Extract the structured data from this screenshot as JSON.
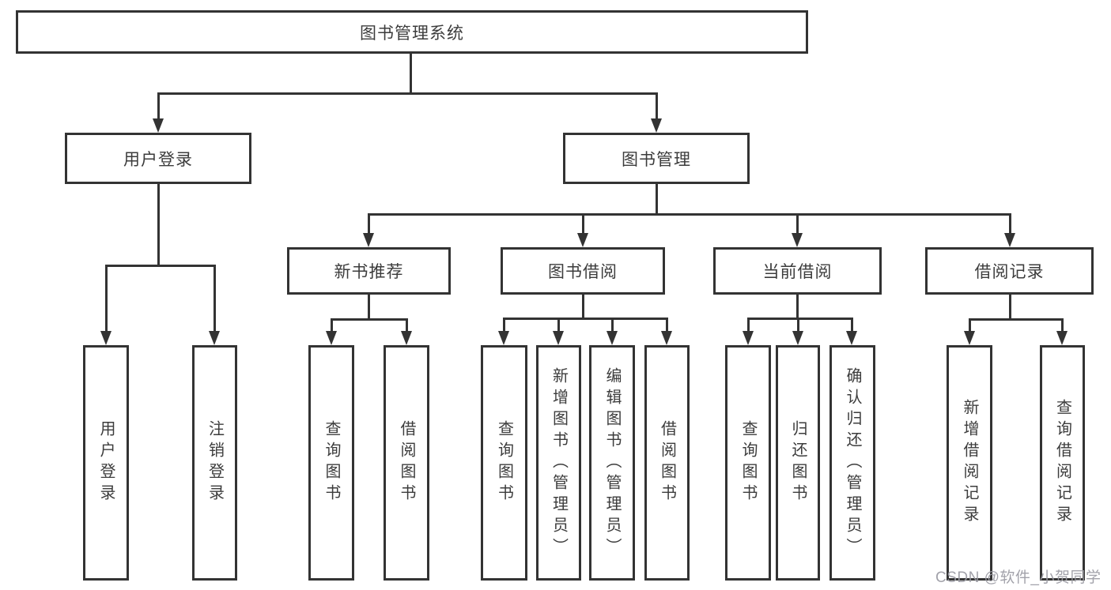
{
  "diagram": {
    "title": "图书管理系统",
    "root": {
      "label": "图书管理系统"
    },
    "level2": [
      {
        "label": "用户登录"
      },
      {
        "label": "图书管理"
      }
    ],
    "level3": [
      {
        "label": "新书推荐"
      },
      {
        "label": "图书借阅"
      },
      {
        "label": "当前借阅"
      },
      {
        "label": "借阅记录"
      }
    ],
    "leaves": {
      "user_login": [
        "用户登录",
        "注销登录"
      ],
      "new_books": [
        "查询图书",
        "借阅图书"
      ],
      "book_borrow": [
        "查询图书",
        "新增图书（管理员）",
        "编辑图书（管理员）",
        "借阅图书"
      ],
      "current_borrow": [
        "查询图书",
        "归还图书",
        "确认归还（管理员）"
      ],
      "borrow_records": [
        "新增借阅记录",
        "查询借阅记录"
      ]
    }
  },
  "watermark": "CSDN @软件_小贺同学",
  "colors": {
    "line": "#333333",
    "text": "#3c3c3c",
    "watermark": "#9a9aa3",
    "background": "#ffffff"
  }
}
